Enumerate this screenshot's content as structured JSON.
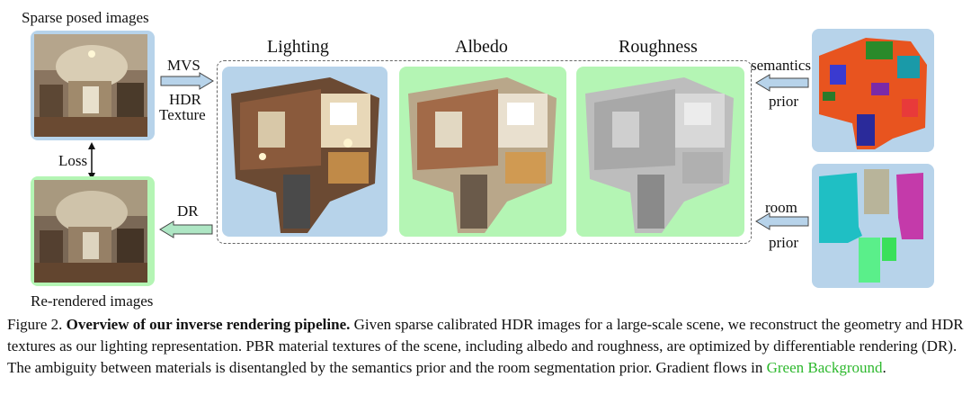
{
  "labels": {
    "sparse_posed": "Sparse posed images",
    "rerendered": "Re-rendered images",
    "loss": "Loss",
    "mvs": "MVS",
    "hdr": "HDR",
    "texture": "Texture",
    "dr": "DR",
    "semantics": "semantics",
    "semantics_prior": "prior",
    "room": "room",
    "room_prior": "prior"
  },
  "panel_titles": {
    "lighting": "Lighting",
    "albedo": "Albedo",
    "roughness": "Roughness"
  },
  "caption": {
    "figure_no": "Figure 2.",
    "bold": "Overview of our inverse rendering pipeline.",
    "text": "Given sparse calibrated HDR images for a large-scale scene, we reconstruct the geometry and HDR textures as our lighting representation. PBR material textures of the scene, including albedo and roughness, are optimized by differentiable rendering (DR). The ambiguity between materials is disentangled by the semantics prior and the room segmentation prior. Gradient flows in",
    "green_text": "Green Background",
    "end": "."
  },
  "colors": {
    "blue_bg": "#b7d3ea",
    "green_bg": "#b4f5b4",
    "green_caption": "#2db82d"
  }
}
